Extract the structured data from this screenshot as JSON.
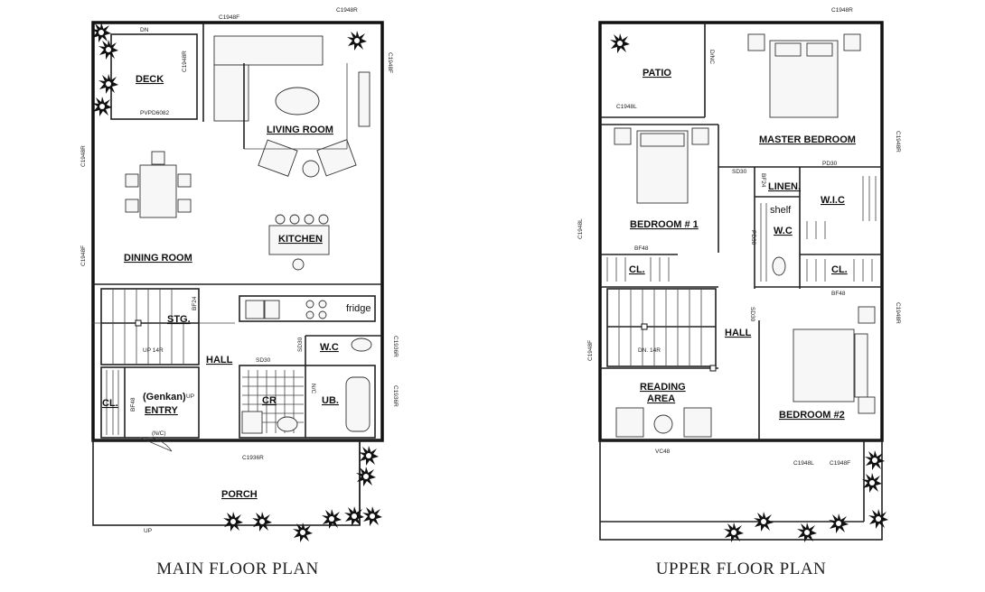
{
  "titles": {
    "main": "MAIN FLOOR PLAN",
    "upper": "UPPER FLOOR PLAN"
  },
  "main_rooms": {
    "deck": "DECK",
    "living": "LIVING ROOM",
    "dining": "DINING ROOM",
    "kitchen": "KITCHEN",
    "storage": "STG.",
    "hall": "HALL",
    "wc": "W.C",
    "cr": "CR",
    "ub": "UB.",
    "closet": "CL.",
    "genkan": "(Genkan)",
    "entry": "ENTRY",
    "porch": "PORCH",
    "fridge": "fridge"
  },
  "upper_rooms": {
    "patio": "PATIO",
    "master": "MASTER BEDROOM",
    "bedroom1": "BEDROOM # 1",
    "linen": "LINEN.",
    "wic": "W.I.C",
    "shelf": "shelf",
    "wc": "W.C",
    "closet1": "CL.",
    "closet2": "CL.",
    "hall": "HALL",
    "reading1": "READING",
    "reading2": "AREA",
    "bedroom2": "BEDROOM #2"
  },
  "main_tags": {
    "t1": "C1948F",
    "t2": "C1948R",
    "t3": "C1948R",
    "t4": "C1948F",
    "t5": "C1948R",
    "t6": "C1948F",
    "t7": "PVPD6082",
    "t8": "BF24",
    "t9": "UP  14R",
    "t10": "SD30",
    "t11": "SD30",
    "t12": "BF48",
    "t13": "UP",
    "t14": "(N/C)",
    "t15": "C1936R",
    "t16": "C1936R",
    "t17": "C1936R",
    "t18": "DN",
    "t19": "UP",
    "t20": "N/C"
  },
  "upper_tags": {
    "u1": "C1948R",
    "u2": "C1948L",
    "u3": "C1948R",
    "u4": "C1948R",
    "u5": "C1948F",
    "u6": "C1948L",
    "u7": "C1948L",
    "u8": "C1948F",
    "u9": "SD30",
    "u10": "PD30",
    "u11": "PD30",
    "u12": "BF48",
    "u13": "BF48",
    "u14": "DN.  14R",
    "u15": "SD30",
    "u16": "VC48",
    "u17": "BF24",
    "u18": "D/NC"
  }
}
